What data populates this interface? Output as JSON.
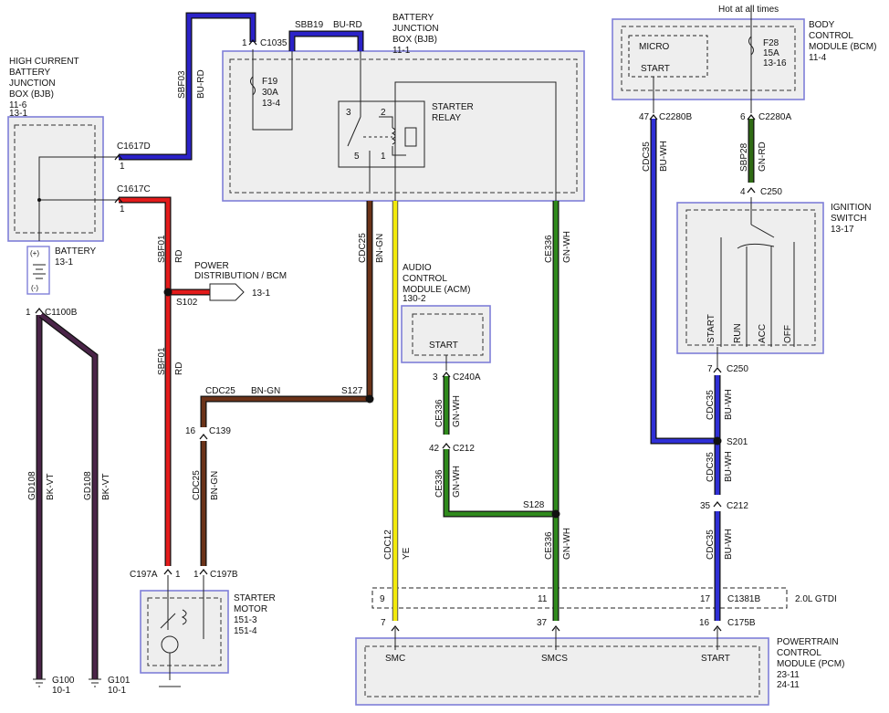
{
  "colors": {
    "bu_rd": "#2b22c8",
    "rd": "#e31b1b",
    "bn_gn": "#6b3218",
    "ye": "#f2ea0a",
    "gn_wh": "#2f8a1c",
    "bu_wh": "#2f2fd6",
    "gn_rd": "#2f6b14",
    "bk_vt": "#4a2448",
    "module_outline": "#7f7fd8",
    "module_fill": "#eeeeee"
  },
  "modules": {
    "hcbjb": {
      "l1": "HIGH CURRENT",
      "l2": "BATTERY",
      "l3": "JUNCTION",
      "l4": "BOX (BJB)",
      "l5": "11-6",
      "l6": "13-1"
    },
    "bjb": {
      "l1": "BATTERY",
      "l2": "JUNCTION",
      "l3": "BOX (BJB)",
      "l4": "11-1",
      "fuse": "F19",
      "fuse_amp": "30A",
      "fuse_ref": "13-4",
      "relay1": "STARTER",
      "relay2": "RELAY",
      "pin3": "3",
      "pin2": "2",
      "pin5": "5",
      "pin1": "1"
    },
    "bcm": {
      "l1": "BODY",
      "l2": "CONTROL",
      "l3": "MODULE (BCM)",
      "l4": "11-4",
      "hot": "Hot at all times",
      "micro": "MICRO",
      "start": "START",
      "fuse": "F28",
      "fuse_amp": "15A",
      "fuse_ref": "13-16"
    },
    "battery": {
      "name": "BATTERY",
      "ref": "13-1",
      "plus": "(+)",
      "minus": "(-)"
    },
    "power_dist": {
      "l1": "POWER",
      "l2": "DISTRIBUTION / BCM",
      "ref": "13-1"
    },
    "acm": {
      "l1": "AUDIO",
      "l2": "CONTROL",
      "l3": "MODULE (ACM)",
      "l4": "130-2",
      "start": "START"
    },
    "ign": {
      "l1": "IGNITION",
      "l2": "SWITCH",
      "l3": "13-17",
      "start": "START",
      "run": "RUN",
      "acc": "ACC",
      "off": "OFF"
    },
    "starter": {
      "l1": "STARTER",
      "l2": "MOTOR",
      "l3": "151-3",
      "l4": "151-4"
    },
    "pcm": {
      "l1": "POWERTRAIN",
      "l2": "CONTROL",
      "l3": "MODULE (PCM)",
      "l4": "23-11",
      "l5": "24-11",
      "smc": "SMC",
      "smcs": "SMCS",
      "start": "START"
    },
    "gtdi": "2.0L GTDI"
  },
  "connectors": {
    "c1035": "C1035",
    "c1035_pin": "1",
    "c1617d": "C1617D",
    "c1617d_pin": "1",
    "c1617c": "C1617C",
    "c1617c_pin": "1",
    "c1100b": "C1100B",
    "c1100b_pin": "1",
    "s102": "S102",
    "s127": "S127",
    "c139": "C139",
    "c139_pin": "16",
    "c197a": "C197A",
    "c197a_pin": "1",
    "c197b": "C197B",
    "c197b_pin": "1",
    "c240a": "C240A",
    "c240a_pin": "3",
    "c212a": "C212",
    "c212a_pin": "42",
    "s128": "S128",
    "c2280b": "C2280B",
    "c2280b_pin": "47",
    "c2280a": "C2280A",
    "c2280a_pin": "6",
    "c250a": "C250",
    "c250a_pin": "4",
    "c250b": "C250",
    "c250b_pin": "7",
    "s201": "S201",
    "c212b": "C212",
    "c212b_pin": "35",
    "c1381b": "C1381B",
    "c1381b_p9": "9",
    "c1381b_p11": "11",
    "c1381b_p17": "17",
    "c175b": "C175B",
    "c175b_p7": "7",
    "c175b_p37": "37",
    "c175b_p16": "16"
  },
  "circuits": {
    "sbf03": "SBF03",
    "bu_rd": "BU-RD",
    "sbb19": "SBB19",
    "bu_rd_top": "BU-RD",
    "sbf01a": "SBF01",
    "rd_a": "RD",
    "sbf01b": "SBF01",
    "rd_b": "RD",
    "cdc25_v": "CDC25",
    "bn_gn_v": "BN-GN",
    "cdc25_h": "CDC25",
    "bn_gn_h": "BN-GN",
    "cdc25_m": "CDC25",
    "bn_gn_m": "BN-GN",
    "ce336_r": "CE336",
    "gn_wh_r": "GN-WH",
    "ce336_a": "CE336",
    "gn_wh_a": "GN-WH",
    "ce336_b": "CE336",
    "gn_wh_b": "GN-WH",
    "ce336_c": "CE336",
    "gn_wh_c": "GN-WH",
    "cdc12": "CDC12",
    "ye": "YE",
    "cdc35_a": "CDC35",
    "bu_wh_a": "BU-WH",
    "sbp28": "SBP28",
    "gn_rd": "GN-RD",
    "cdc35_b": "CDC35",
    "bu_wh_b": "BU-WH",
    "cdc35_c": "CDC35",
    "bu_wh_c": "BU-WH",
    "cdc35_d": "CDC35",
    "bu_wh_d": "BU-WH",
    "gd108_a": "GD108",
    "bk_vt_a": "BK-VT",
    "gd108_b": "GD108",
    "bk_vt_b": "BK-VT"
  },
  "grounds": {
    "g100": "G100",
    "g100_ref": "10-1",
    "g101": "G101",
    "g101_ref": "10-1"
  }
}
